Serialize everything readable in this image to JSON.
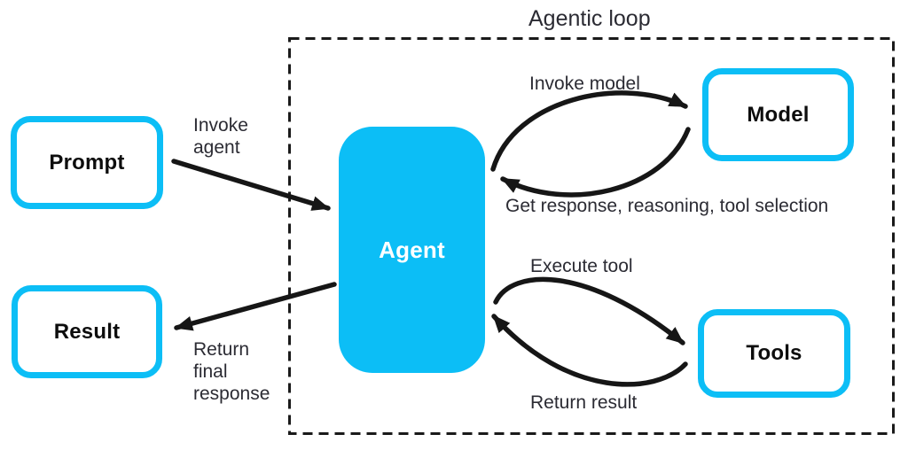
{
  "diagram": {
    "title": "Agentic loop",
    "nodes": {
      "prompt": {
        "label": "Prompt"
      },
      "result": {
        "label": "Result"
      },
      "agent": {
        "label": "Agent"
      },
      "model": {
        "label": "Model"
      },
      "tools": {
        "label": "Tools"
      }
    },
    "edges": {
      "invoke_agent": {
        "label": "Invoke\nagent",
        "from": "Prompt",
        "to": "Agent"
      },
      "return_final_response": {
        "label": "Return\nfinal\nresponse",
        "from": "Agent",
        "to": "Result"
      },
      "invoke_model": {
        "label": "Invoke model",
        "from": "Agent",
        "to": "Model"
      },
      "get_response": {
        "label": "Get response, reasoning, tool selection",
        "from": "Model",
        "to": "Agent"
      },
      "execute_tool": {
        "label": "Execute tool",
        "from": "Agent",
        "to": "Tools"
      },
      "return_result": {
        "label": "Return result",
        "from": "Tools",
        "to": "Agent"
      }
    },
    "colors": {
      "accent_cyan": "#0CBEF6",
      "arrow_black": "#161616",
      "label_text": "#2B2B33"
    }
  }
}
